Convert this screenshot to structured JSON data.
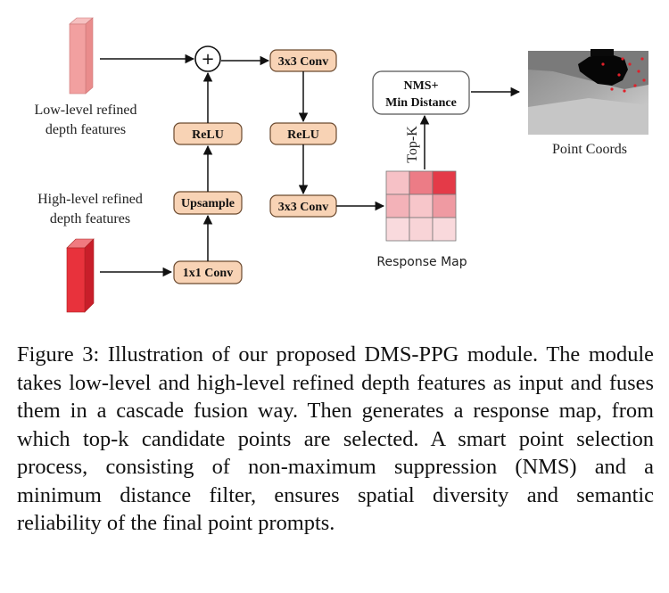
{
  "figure": {
    "labels": {
      "low_level_line1": "Low-level refined",
      "low_level_line2": "depth features",
      "high_level_line1": "High-level refined",
      "high_level_line2": "depth features",
      "plus": "+",
      "conv3x3_top": "3x3 Conv",
      "relu_left": "ReLU",
      "upsample": "Upsample",
      "conv1x1": "1x1 Conv",
      "relu_right": "ReLU",
      "conv3x3_bottom": "3x3 Conv",
      "nms_line1": "NMS+",
      "nms_line2": "Min Distance",
      "top_k": "Top-K",
      "response_map": "Response Map",
      "point_coords": "Point Coords"
    },
    "colors": {
      "box_fill": "#f8d3b5",
      "box_stroke": "#6b4a2f",
      "low_feature": "#f2a0a0",
      "high_feature": "#e8323c",
      "response_cells": [
        "#f6c1c6",
        "#ec7c86",
        "#e43a48",
        "#f3b2b8",
        "#f7c6ca",
        "#ef9aa2",
        "#f9dadd",
        "#f8d4d7",
        "#f9d9dc"
      ]
    }
  },
  "caption": "Figure 3: Illustration of our proposed DMS-PPG module. The module takes low-level and high-level refined depth features as input and fuses them in a cascade fusion way. Then generates a response map, from which top-k candidate points are selected. A smart point selection process, consisting of non-maximum suppression (NMS) and a minimum distance filter, ensures spatial diversity and semantic reliability of the final point prompts."
}
